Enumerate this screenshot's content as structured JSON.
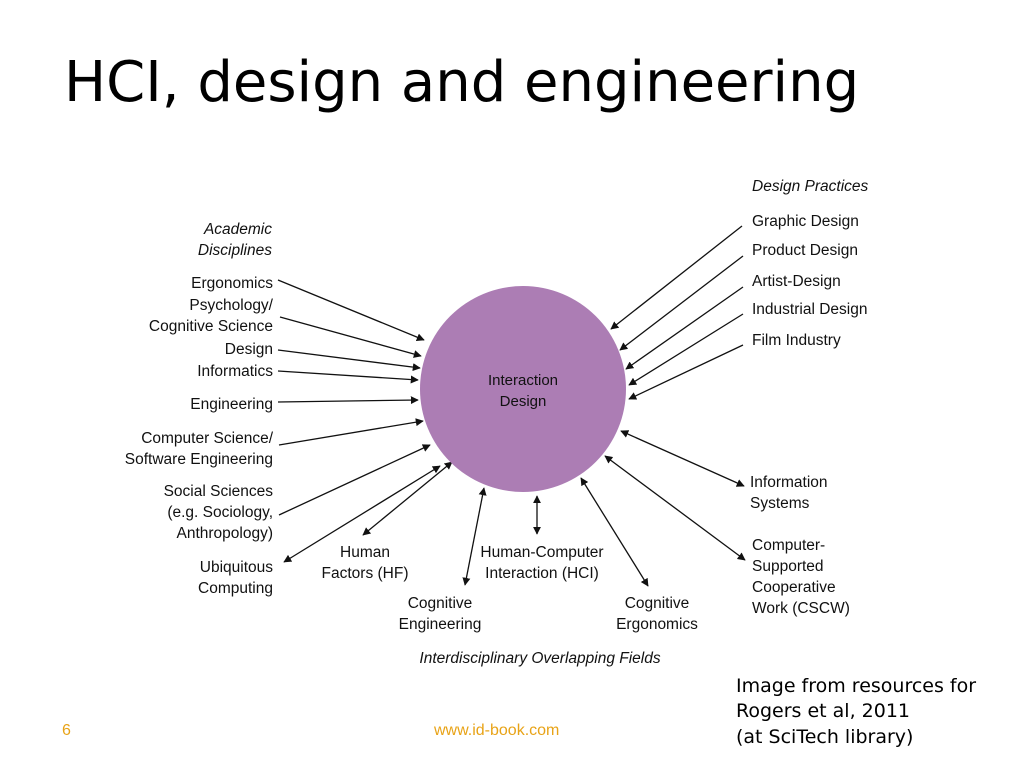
{
  "slide": {
    "title": "HCI, design and engineering",
    "number": "6",
    "url": "www.id-book.com",
    "accent_color": "#e8a317",
    "caption_lines": [
      "Image from resources for",
      "Rogers et al, 2011",
      "(at SciTech library)"
    ]
  },
  "diagram": {
    "center_color": "#ac7db4",
    "center_lines": [
      "Interaction",
      "Design"
    ],
    "heading_academic": [
      "Academic",
      "Disciplines"
    ],
    "heading_design": "Design Practices",
    "heading_fields": "Interdisciplinary Overlapping Fields",
    "academic": [
      {
        "label_lines": [
          "Ergonomics"
        ],
        "arrow": "one-way"
      },
      {
        "label_lines": [
          "Psychology/",
          "Cognitive Science"
        ],
        "arrow": "one-way"
      },
      {
        "label_lines": [
          "Design"
        ],
        "arrow": "one-way"
      },
      {
        "label_lines": [
          "Informatics"
        ],
        "arrow": "one-way"
      },
      {
        "label_lines": [
          "Engineering"
        ],
        "arrow": "one-way"
      },
      {
        "label_lines": [
          "Computer Science/",
          "Software Engineering"
        ],
        "arrow": "one-way"
      },
      {
        "label_lines": [
          "Social Sciences",
          "(e.g. Sociology,",
          "Anthropology)"
        ],
        "arrow": "one-way"
      },
      {
        "label_lines": [
          "Ubiquitous",
          "Computing"
        ],
        "arrow": "two-way"
      }
    ],
    "design_practices": [
      {
        "label_lines": [
          "Graphic Design"
        ],
        "arrow": "one-way"
      },
      {
        "label_lines": [
          "Product Design"
        ],
        "arrow": "one-way"
      },
      {
        "label_lines": [
          "Artist-Design"
        ],
        "arrow": "one-way"
      },
      {
        "label_lines": [
          "Industrial Design"
        ],
        "arrow": "one-way"
      },
      {
        "label_lines": [
          "Film Industry"
        ],
        "arrow": "one-way"
      }
    ],
    "fields": [
      {
        "label_lines": [
          "Human",
          "Factors (HF)"
        ],
        "arrow": "two-way"
      },
      {
        "label_lines": [
          "Cognitive",
          "Engineering"
        ],
        "arrow": "two-way"
      },
      {
        "label_lines": [
          "Human-Computer",
          "Interaction (HCI)"
        ],
        "arrow": "two-way"
      },
      {
        "label_lines": [
          "Cognitive",
          "Ergonomics"
        ],
        "arrow": "two-way"
      },
      {
        "label_lines": [
          "Information",
          "Systems"
        ],
        "arrow": "two-way"
      },
      {
        "label_lines": [
          "Computer-",
          "Supported",
          "Cooperative",
          "Work (CSCW)"
        ],
        "arrow": "two-way"
      }
    ]
  }
}
